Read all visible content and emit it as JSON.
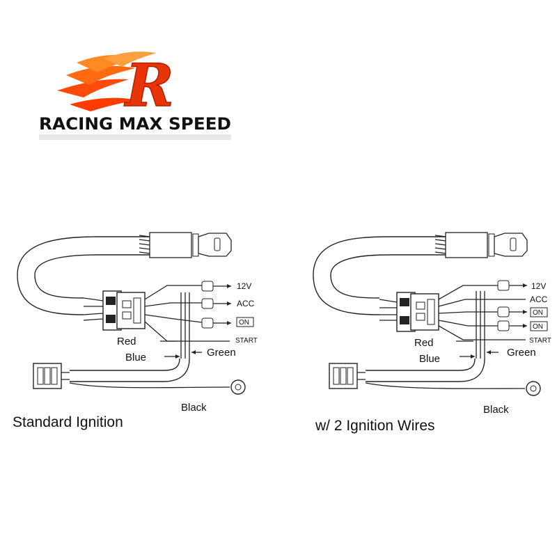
{
  "brand": {
    "logo_letter": "R",
    "name": "RACING MAX SPEED",
    "flame_colors": [
      "#ff3b00",
      "#ff7a1a",
      "#ffb347"
    ]
  },
  "diagrams": [
    {
      "caption": "Standard Ignition",
      "terminal_labels": {
        "v12": "12V",
        "acc": "ACC",
        "on": "ON",
        "start": "START"
      },
      "wire_labels": {
        "red": "Red",
        "blue": "Blue",
        "green": "Green",
        "black": "Black"
      }
    },
    {
      "caption": "w/ 2 Ignition Wires",
      "terminal_labels": {
        "v12": "12V",
        "acc": "ACC",
        "on1": "ON",
        "on2": "ON",
        "start": "START"
      },
      "wire_labels": {
        "red": "Red",
        "blue": "Blue",
        "green": "Green",
        "black": "Black"
      }
    }
  ]
}
